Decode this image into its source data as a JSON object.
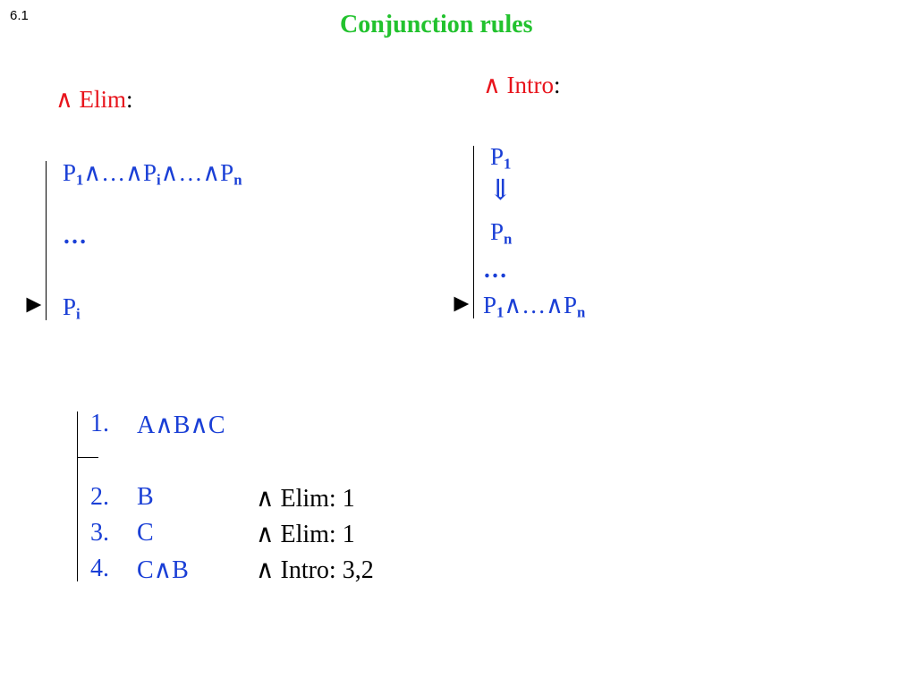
{
  "slide_number": "6.1",
  "title": "Conjunction rules",
  "elim": {
    "symbol": "∧",
    "name": "Elim",
    "colon": ":",
    "premise": {
      "p1": "P",
      "s1": "1",
      "a1": "∧…∧",
      "pi": "P",
      "si": "i",
      "a2": "∧…∧",
      "pn": "P",
      "sn": "n"
    },
    "dots": "…",
    "pointer": "►",
    "conclusion": {
      "p": "P",
      "s": "i"
    }
  },
  "intro": {
    "symbol": "∧",
    "name": "Intro",
    "colon": ":",
    "premise_first": {
      "p": "P",
      "s": "1"
    },
    "implies": "⇓",
    "premise_last": {
      "p": "P",
      "s": "n"
    },
    "dots": "…",
    "pointer": "►",
    "conclusion": {
      "p1": "P",
      "s1": "1",
      "a": "∧…∧",
      "pn": "P",
      "sn": "n"
    }
  },
  "example": {
    "lines": [
      {
        "num": "1.",
        "formula": "A∧B∧C",
        "justification": ""
      },
      {
        "num": "2.",
        "formula": "B",
        "justification": "∧ Elim: 1"
      },
      {
        "num": "3.",
        "formula": "C",
        "justification": "∧ Elim: 1"
      },
      {
        "num": "4.",
        "formula": "C∧B",
        "justification": "∧ Intro: 3,2"
      }
    ]
  }
}
